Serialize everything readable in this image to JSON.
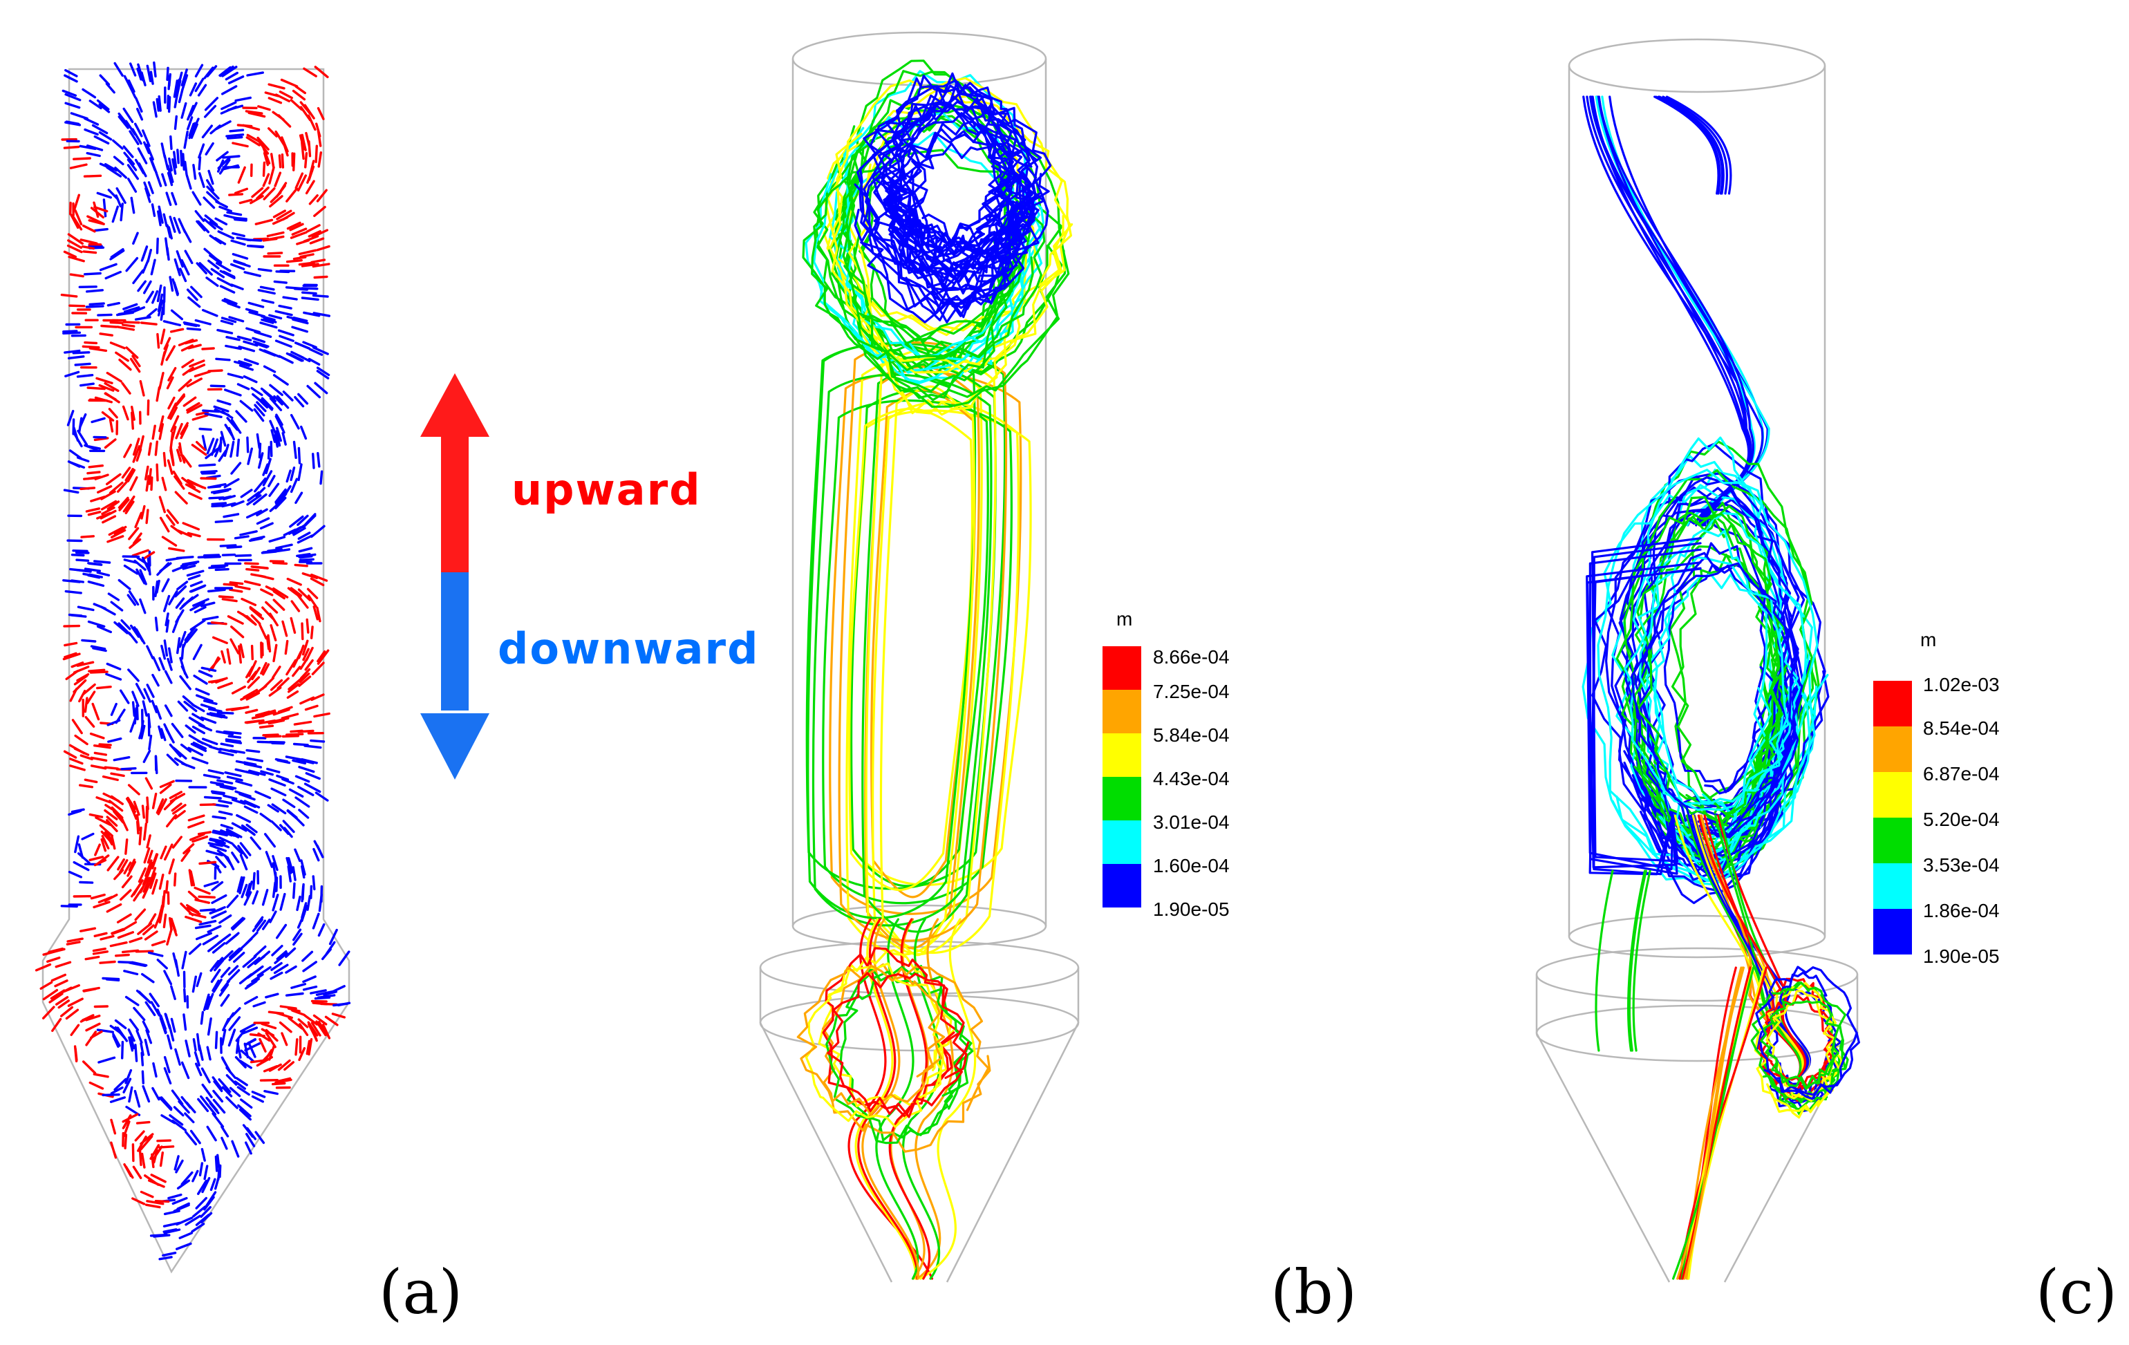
{
  "panels": [
    {
      "id": "a",
      "label": "(a)"
    },
    {
      "id": "b",
      "label": "(b)"
    },
    {
      "id": "c",
      "label": "(c)"
    }
  ],
  "direction_legend": {
    "upward_label": "upward",
    "downward_label": "downward",
    "upward_color": "#ff0000",
    "downward_color": "#0070ff",
    "vector_up_color": "#ff0000",
    "vector_down_color": "#0000ff"
  },
  "colorbars": [
    {
      "panel": "b",
      "unit": "m",
      "colors": [
        "#ff0000",
        "#ffa500",
        "#ffff00",
        "#00dd00",
        "#00ffff",
        "#0000ff"
      ],
      "ticks": [
        "8.66e-04",
        "7.25e-04",
        "5.84e-04",
        "4.43e-04",
        "3.01e-04",
        "1.60e-04",
        "1.90e-05"
      ]
    },
    {
      "panel": "c",
      "unit": "m",
      "colors": [
        "#ff0000",
        "#ffa500",
        "#ffff00",
        "#00dd00",
        "#00ffff",
        "#0000ff"
      ],
      "ticks": [
        "1.02e-03",
        "8.54e-04",
        "6.87e-04",
        "5.20e-04",
        "3.53e-04",
        "1.86e-04",
        "1.90e-05"
      ]
    }
  ]
}
